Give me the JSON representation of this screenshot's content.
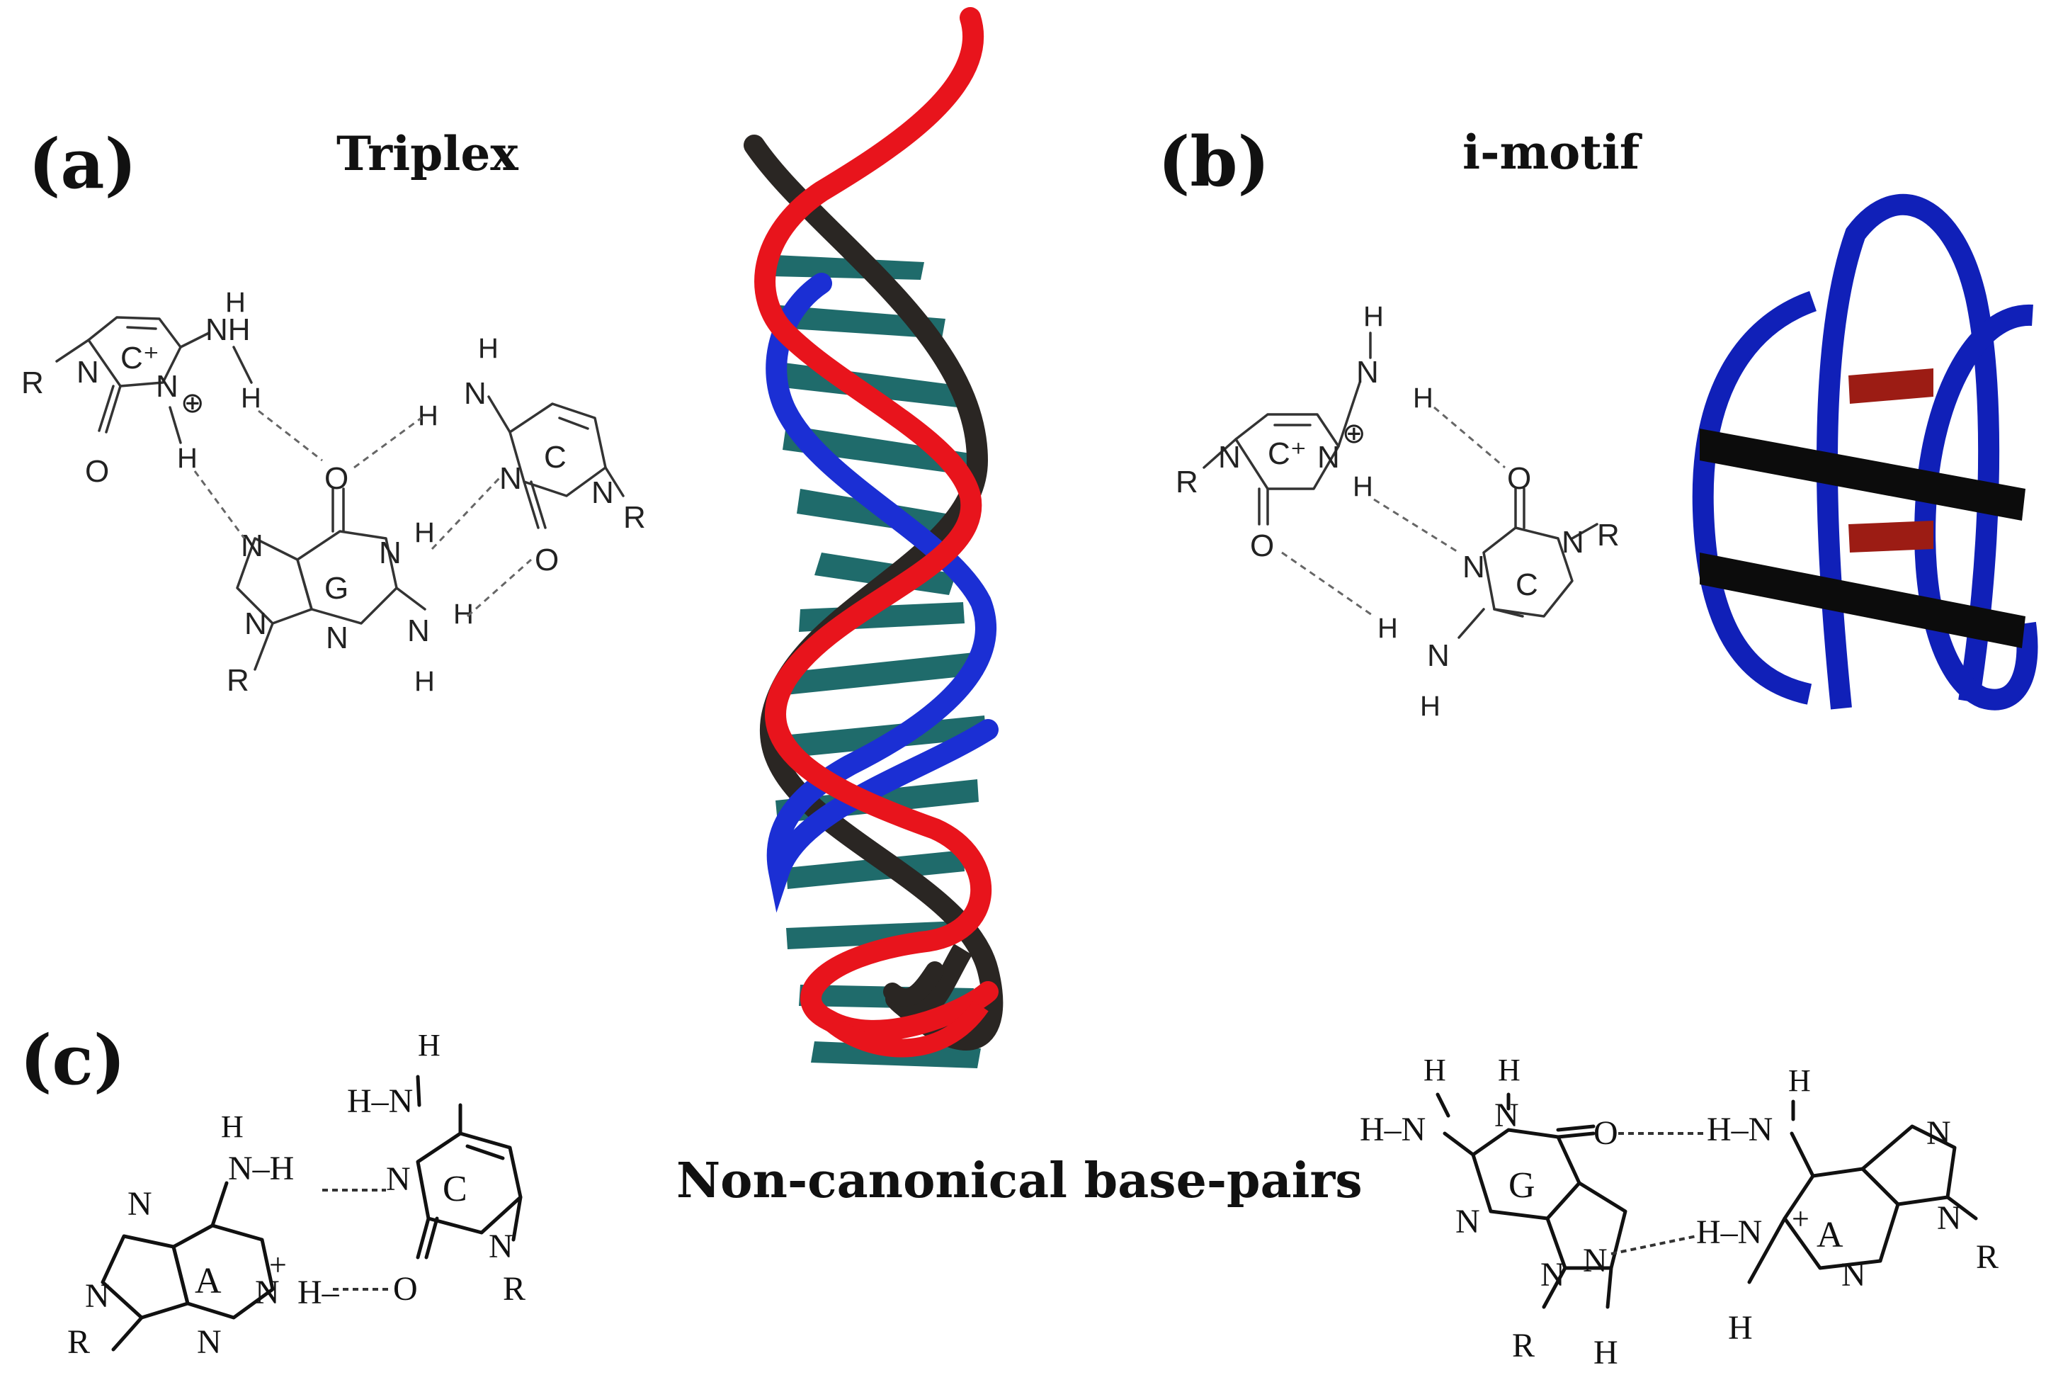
{
  "figure": {
    "panel_a": {
      "label": "(a)",
      "title": "Triplex"
    },
    "panel_b": {
      "label": "(b)",
      "title": "i-motif"
    },
    "panel_c": {
      "label": "(c)",
      "title": "Non-canonical base-pairs"
    },
    "colors": {
      "strand_red": "#e8141c",
      "strand_black": "#2a2623",
      "strand_blue": "#1b2fd4",
      "rung_teal": "#1f6b6b",
      "imotif_blue": "#1020b8",
      "imotif_black": "#0c0c0c",
      "imotif_red": "#9c1c14"
    }
  },
  "atoms": {
    "H": "H",
    "N": "N",
    "O": "O",
    "R": "R",
    "G": "G",
    "C": "C",
    "A": "A",
    "C_plus": "C⁺",
    "A_plus": "A",
    "plus_circle": "⊕",
    "plus": "+",
    "NH": "NH",
    "H_dash_N": "H–N",
    "N_dash_H": "N–H",
    "H_N": "H–N",
    "H_dash": "H–"
  }
}
